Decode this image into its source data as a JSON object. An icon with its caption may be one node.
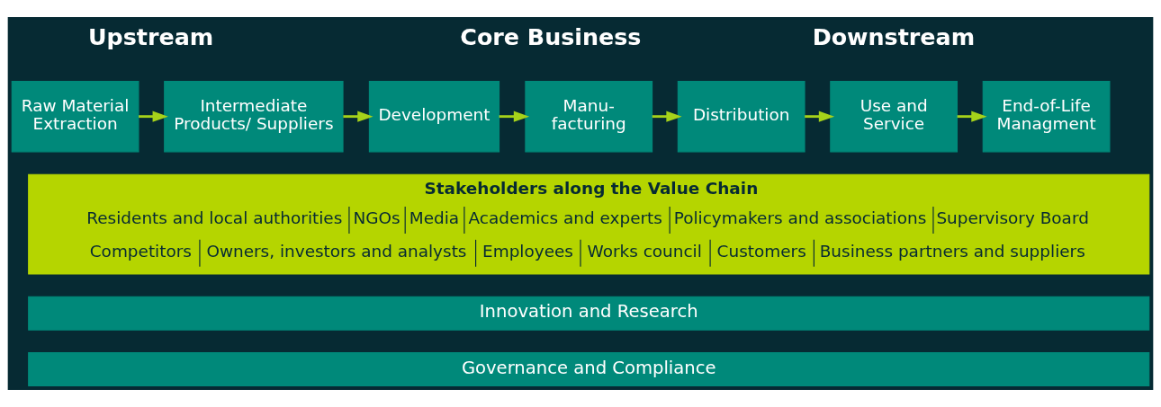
{
  "diagram": {
    "nodes": [
      {
        "text": [
          "Raw Material Extraction"
        ]
      },
      {
        "text": [
          "Intermediate Products/ Suppliers"
        ]
      },
      {
        "text": [
          "Development"
        ]
      },
      {
        "text": [
          "Manu- facturing"
        ]
      },
      {
        "text": [
          "Distribution"
        ]
      },
      {
        "text": [
          "Use and Service"
        ]
      },
      {
        "text": [
          "End-of-Life Managment"
        ]
      },
      {
        "text": [
          "Stakeholders along the Value Chain",
          "Residents and local authorities",
          "NGOs",
          "Media",
          "Academics and experts",
          "Policymakers and associations",
          "Supervisory Board",
          "Competitors",
          "Owners, investors and analysts",
          "Employees",
          "Works council",
          "Customers",
          "Business partners and suppliers"
        ]
      },
      {
        "text": [
          "Innovation and Research"
        ]
      },
      {
        "text": [
          "Governance and Compliance"
        ]
      }
    ],
    "edges": [
      {
        "from": 0,
        "to": 1,
        "arrow": "to"
      },
      {
        "from": 1,
        "to": 2,
        "arrow": "to"
      },
      {
        "from": 2,
        "to": 3,
        "arrow": "to"
      },
      {
        "from": 3,
        "to": 4,
        "arrow": "to"
      },
      {
        "from": 4,
        "to": 5,
        "arrow": "to"
      },
      {
        "from": 5,
        "to": 6,
        "arrow": "to"
      }
    ],
    "labels": [
      "Upstream",
      "Core Business",
      "Downstream"
    ]
  }
}
